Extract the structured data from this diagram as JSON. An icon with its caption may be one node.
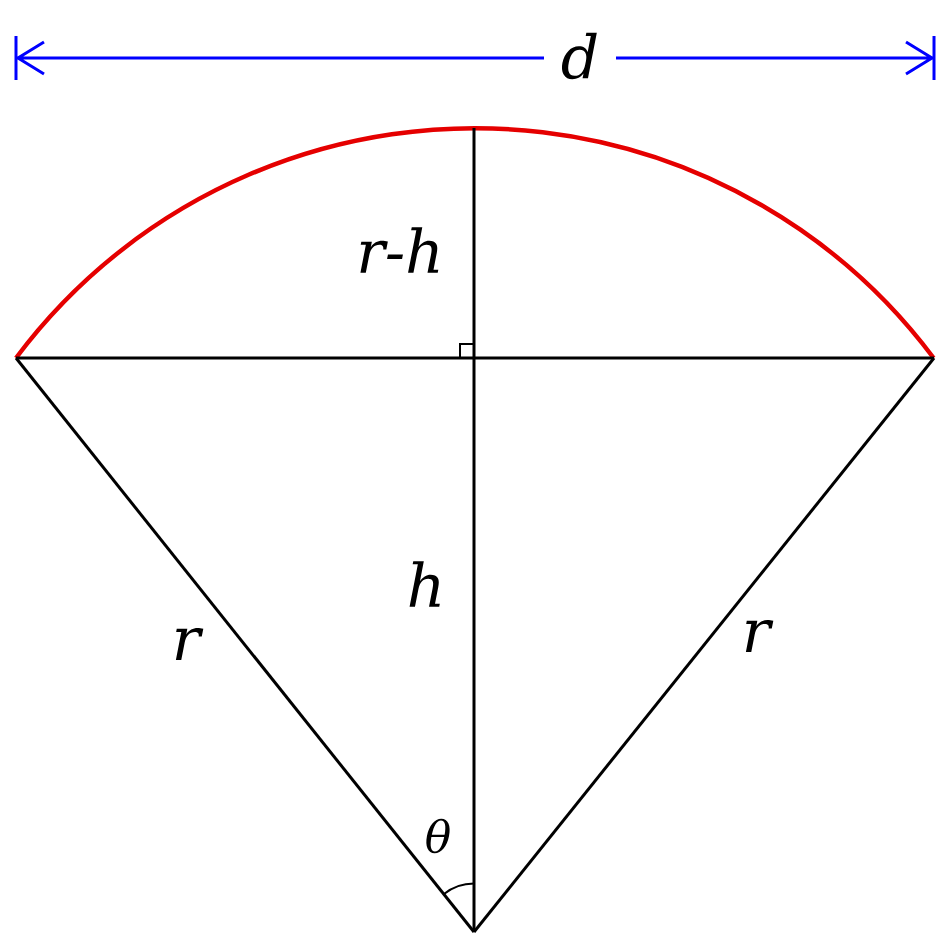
{
  "diagram": {
    "labels": [
      "d",
      "r-h",
      "h",
      "r",
      "r",
      "θ"
    ]
  }
}
